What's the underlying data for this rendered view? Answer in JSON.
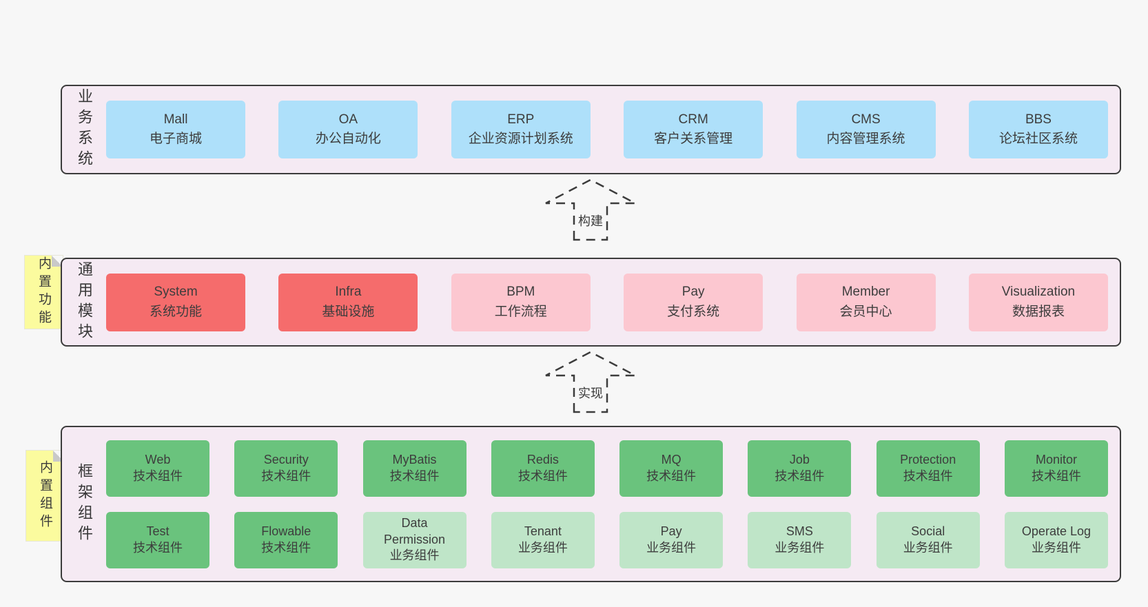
{
  "colors": {
    "page_bg": "#F7F7F7",
    "panel_bg": "#F5EAF3",
    "panel_border": "#3C3C3C",
    "business_box": "#AEE0FA",
    "core_module_box": "#F56C6C",
    "optional_module_box": "#FCC7D0",
    "tech_component_box": "#6AC37D",
    "biz_component_box": "#BFE5C8",
    "sticky_note": "#FBFB9E",
    "text": "#3F3F3F"
  },
  "arrows": [
    {
      "label": "构建"
    },
    {
      "label": "实现"
    }
  ],
  "notes": [
    {
      "text": "内置功能"
    },
    {
      "text": "内置组件"
    }
  ],
  "sections": {
    "business": {
      "label": "业务系统",
      "items": [
        {
          "title": "Mall",
          "subtitle": "电子商城"
        },
        {
          "title": "OA",
          "subtitle": "办公自动化"
        },
        {
          "title": "ERP",
          "subtitle": "企业资源计划系统"
        },
        {
          "title": "CRM",
          "subtitle": "客户关系管理"
        },
        {
          "title": "CMS",
          "subtitle": "内容管理系统"
        },
        {
          "title": "BBS",
          "subtitle": "论坛社区系统"
        }
      ]
    },
    "modules": {
      "label": "通用模块",
      "items": [
        {
          "title": "System",
          "subtitle": "系统功能"
        },
        {
          "title": "Infra",
          "subtitle": "基础设施"
        },
        {
          "title": "BPM",
          "subtitle": "工作流程"
        },
        {
          "title": "Pay",
          "subtitle": "支付系统"
        },
        {
          "title": "Member",
          "subtitle": "会员中心"
        },
        {
          "title": "Visualization",
          "subtitle": "数据报表"
        }
      ]
    },
    "framework": {
      "label": "框架组件",
      "rows": [
        [
          {
            "title": "Web",
            "subtitle": "技术组件"
          },
          {
            "title": "Security",
            "subtitle": "技术组件"
          },
          {
            "title": "MyBatis",
            "subtitle": "技术组件"
          },
          {
            "title": "Redis",
            "subtitle": "技术组件"
          },
          {
            "title": "MQ",
            "subtitle": "技术组件"
          },
          {
            "title": "Job",
            "subtitle": "技术组件"
          },
          {
            "title": "Protection",
            "subtitle": "技术组件"
          },
          {
            "title": "Monitor",
            "subtitle": "技术组件"
          }
        ],
        [
          {
            "title": "Test",
            "subtitle": "技术组件"
          },
          {
            "title": "Flowable",
            "subtitle": "技术组件"
          },
          {
            "title": "Data Permission",
            "subtitle": "业务组件"
          },
          {
            "title": "Tenant",
            "subtitle": "业务组件"
          },
          {
            "title": "Pay",
            "subtitle": "业务组件"
          },
          {
            "title": "SMS",
            "subtitle": "业务组件"
          },
          {
            "title": "Social",
            "subtitle": "业务组件"
          },
          {
            "title": "Operate Log",
            "subtitle": "业务组件"
          }
        ]
      ]
    }
  }
}
